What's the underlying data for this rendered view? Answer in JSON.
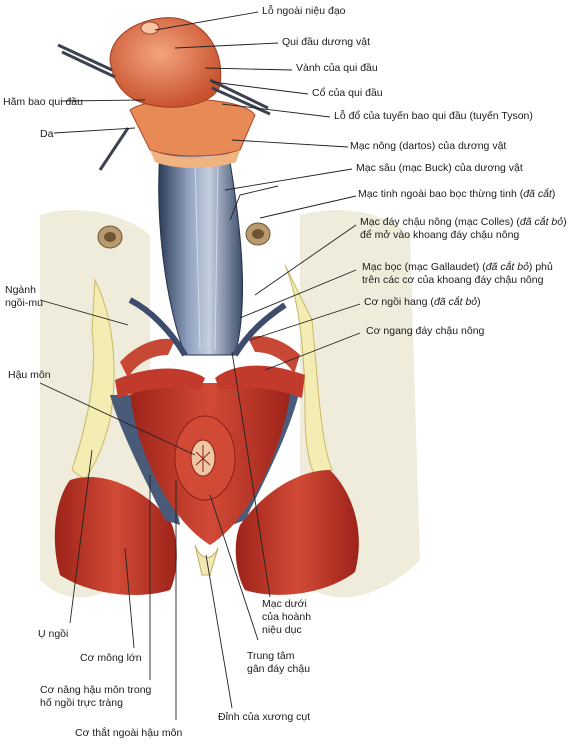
{
  "labels": {
    "l1": "Lỗ ngoài niệu đạo",
    "l2": "Qui đầu dương vật",
    "l3": "Vành của qui đầu",
    "l4": "Cổ của qui đầu",
    "l5": "Lỗ đổ của tuyến bao qui đầu (tuyến Tyson)",
    "l6": "Mạc nông (dartos) của dương vật",
    "l7": "Mạc sâu (mạc Buck) của dương vật",
    "l8a": "Mạc tinh ngoài bao bọc thừng tinh (",
    "l8b": "đã cắt",
    "l8c": ")",
    "l9a": "Mạc đáy chậu nông (mạc Colles) (",
    "l9b": "đã cắt bỏ",
    "l9c": ")",
    "l9d": "để mở vào khoang đáy chậu nông",
    "l10a": "Mạc bọc (mạc Gallaudet) (",
    "l10b": "đã cắt bỏ",
    "l10c": ") phủ",
    "l10d": "trên các cơ của khoang đáy chậu nông",
    "l11a": "Cơ ngồi hang (",
    "l11b": "đã cắt bỏ",
    "l11c": ")",
    "l12": "Cơ ngang đáy chậu nông",
    "l13": "Hãm bao qui đầu",
    "l14": "Da",
    "l15a": "Ngành",
    "l15b": "ngồi-mu",
    "l16": "Hậu môn",
    "l17": "Ụ ngồi",
    "l18": "Cơ mông lớn",
    "l19a": "Cơ nâng hậu môn trong",
    "l19b": "hố ngồi trực tràng",
    "l20": "Cơ thắt ngoài hậu môn",
    "l21": "Đỉnh của xương cụt",
    "l22a": "Trung tâm",
    "l22b": "gân đáy chậu",
    "l23a": "Mạc dưới",
    "l23b": "của hoành",
    "l23c": "niệu dục"
  },
  "colors": {
    "muscle": "#c8362b",
    "muscle_dark": "#8f1f18",
    "skin": "#e07a4a",
    "fascia": "#5a6f8e",
    "fascia_light": "#b7c3d6",
    "bone": "#f2ecc0",
    "line": "#222222"
  }
}
